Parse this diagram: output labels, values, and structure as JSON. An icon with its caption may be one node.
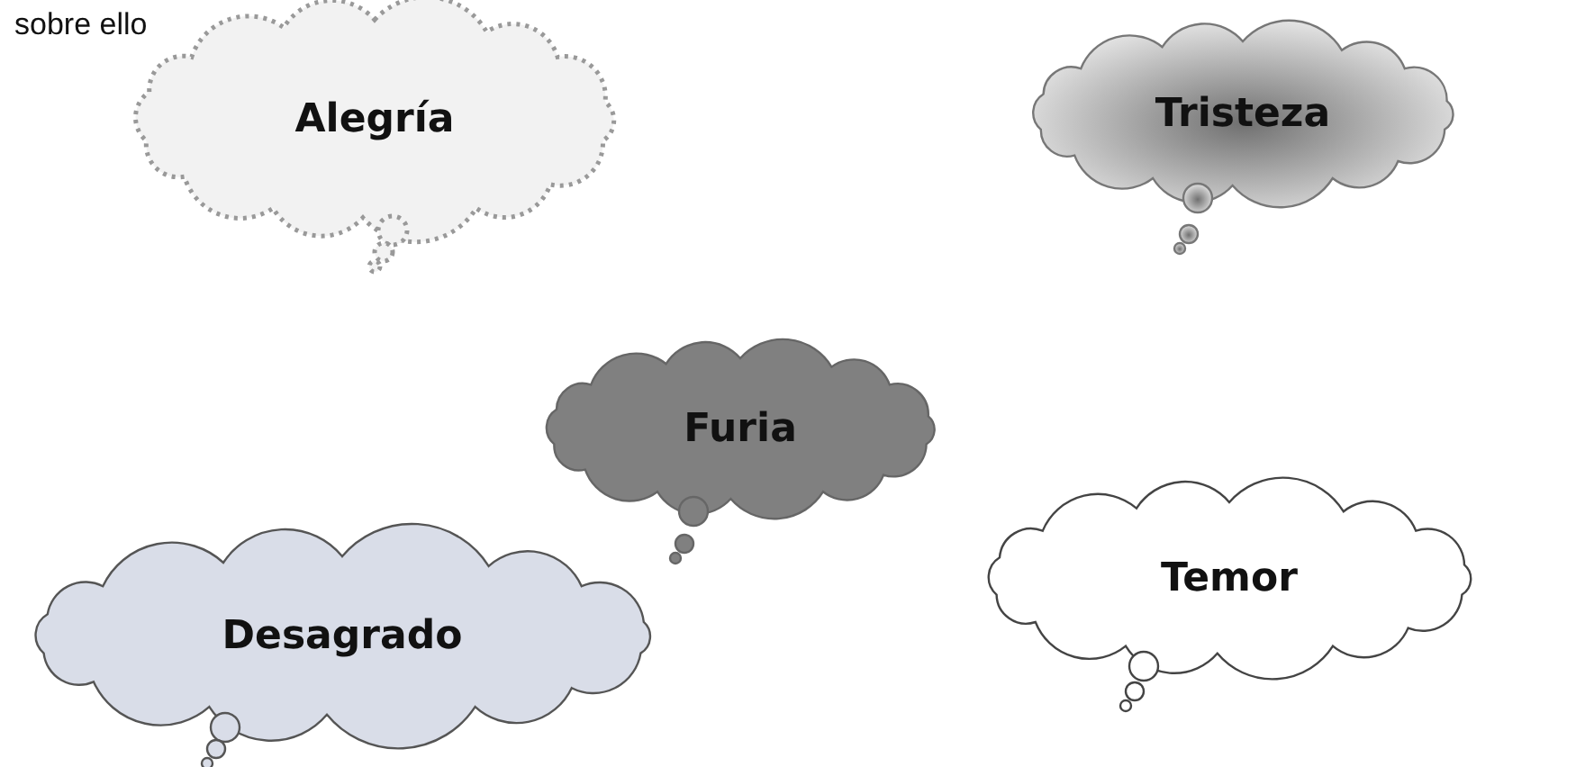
{
  "diagram": {
    "nodes": [
      {
        "text": [
          "Alegría"
        ]
      },
      {
        "text": [
          "Tristeza"
        ]
      },
      {
        "text": [
          "Furia"
        ]
      },
      {
        "text": [
          "Temor"
        ]
      },
      {
        "text": [
          "Desagrado"
        ]
      }
    ],
    "labels": [
      "sobre ello"
    ]
  }
}
